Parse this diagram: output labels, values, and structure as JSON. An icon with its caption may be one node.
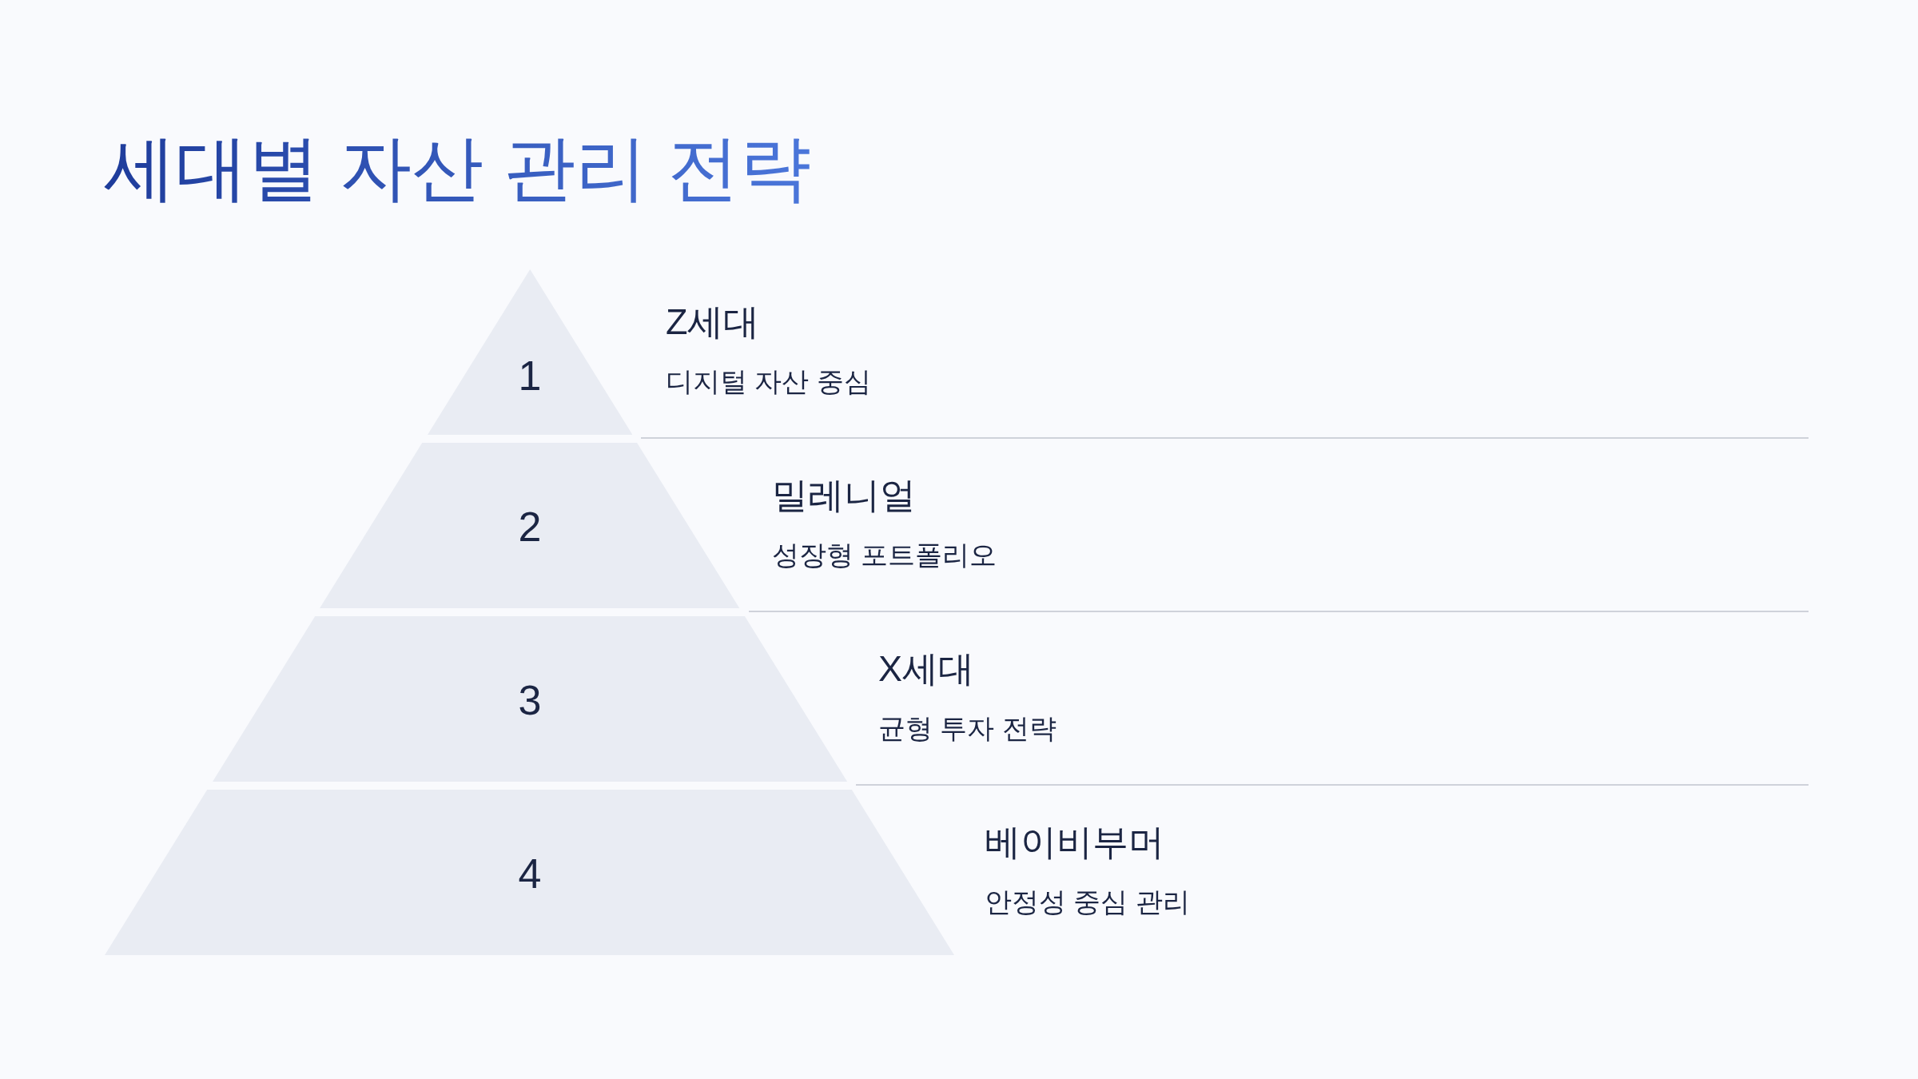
{
  "diagram": {
    "title": "세대별 자산 관리 전략",
    "nodes": [
      {
        "text": [
          "1"
        ],
        "beside": [
          "Z세대",
          "디지털 자산 중심"
        ]
      },
      {
        "text": [
          "2"
        ],
        "beside": [
          "밀레니얼",
          "성장형 포트폴리오"
        ]
      },
      {
        "text": [
          "3"
        ],
        "beside": [
          "X세대",
          "균형 투자 전략"
        ]
      },
      {
        "text": [
          "4"
        ],
        "beside": [
          "베이비부머",
          "안정성 중심 관리"
        ]
      }
    ]
  }
}
